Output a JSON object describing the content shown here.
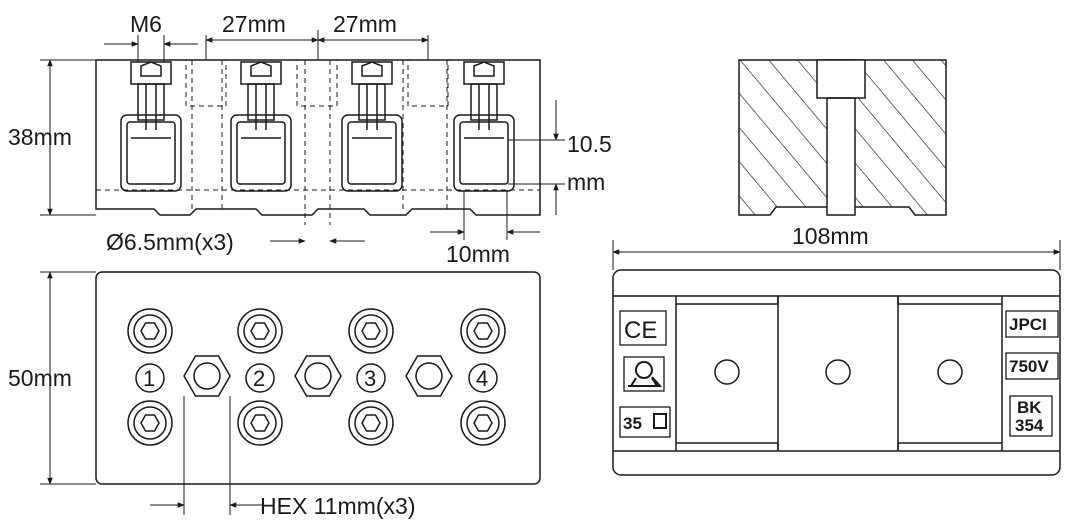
{
  "labels": {
    "m6": "M6",
    "pitch_left": "27mm",
    "pitch_right": "27mm",
    "height_front": "38mm",
    "height_top": "50mm",
    "dim_10_5": "10.5",
    "dim_10_5_unit": "mm",
    "dim_10mm": "10mm",
    "hole_dia": "Ø6.5mm(x3)",
    "hex": "HEX 11mm(x3)",
    "length": "108mm"
  },
  "terminal_numbers": [
    "1",
    "2",
    "3",
    "4"
  ],
  "marks": {
    "ce": "CE",
    "size": "35",
    "brand": "JPCI",
    "voltage": "750V",
    "model_line1": "BK",
    "model_line2": "354"
  },
  "colors": {
    "line": "#1a1a1a",
    "background": "#ffffff"
  }
}
